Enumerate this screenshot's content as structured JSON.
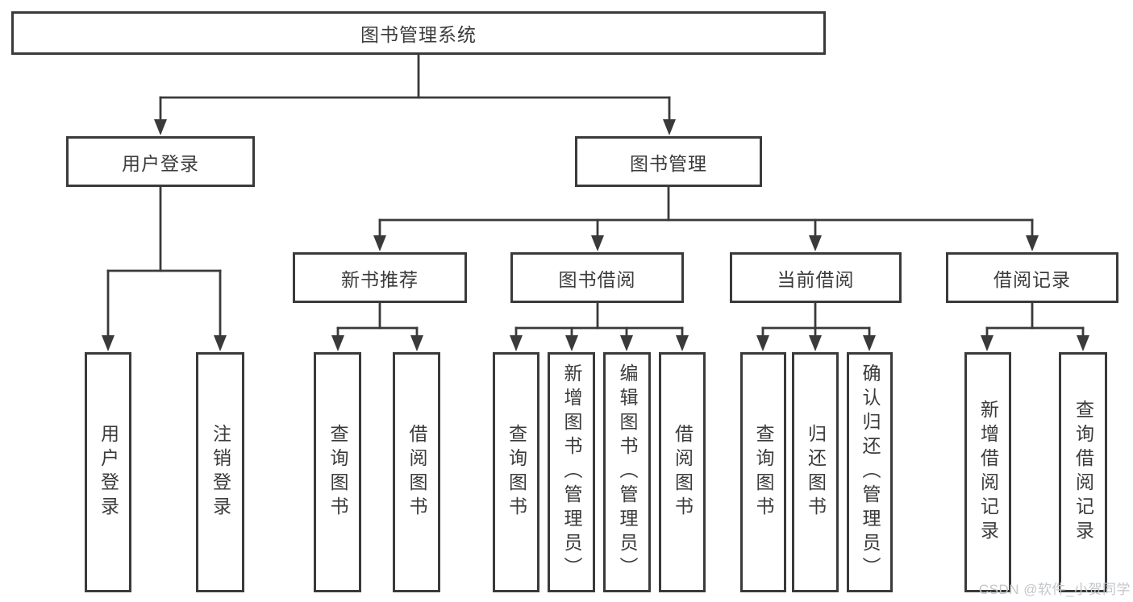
{
  "tree": {
    "root": {
      "label": "图书管理系统",
      "children": [
        {
          "label": "用户登录",
          "children": [
            {
              "label": "用户登录"
            },
            {
              "label": "注销登录"
            }
          ]
        },
        {
          "label": "图书管理",
          "children": [
            {
              "label": "新书推荐",
              "children": [
                {
                  "label": "查询图书"
                },
                {
                  "label": "借阅图书"
                }
              ]
            },
            {
              "label": "图书借阅",
              "children": [
                {
                  "label": "查询图书"
                },
                {
                  "label": "新增图书（管理员）"
                },
                {
                  "label": "编辑图书（管理员）"
                },
                {
                  "label": "借阅图书"
                }
              ]
            },
            {
              "label": "当前借阅",
              "children": [
                {
                  "label": "查询图书"
                },
                {
                  "label": "归还图书"
                },
                {
                  "label": "确认归还（管理员）"
                }
              ]
            },
            {
              "label": "借阅记录",
              "children": [
                {
                  "label": "新增借阅记录"
                },
                {
                  "label": "查询借阅记录"
                }
              ]
            }
          ]
        }
      ]
    }
  },
  "watermark": {
    "text": "CSDN @软件_小贺同学"
  },
  "colors": {
    "line": "#3a3a3a",
    "box_border": "#3a3a3a",
    "box_background": "#ffffff",
    "text": "#3b3b3b",
    "watermark_text": "#c3c7ca",
    "page_background": "#ffffff"
  }
}
